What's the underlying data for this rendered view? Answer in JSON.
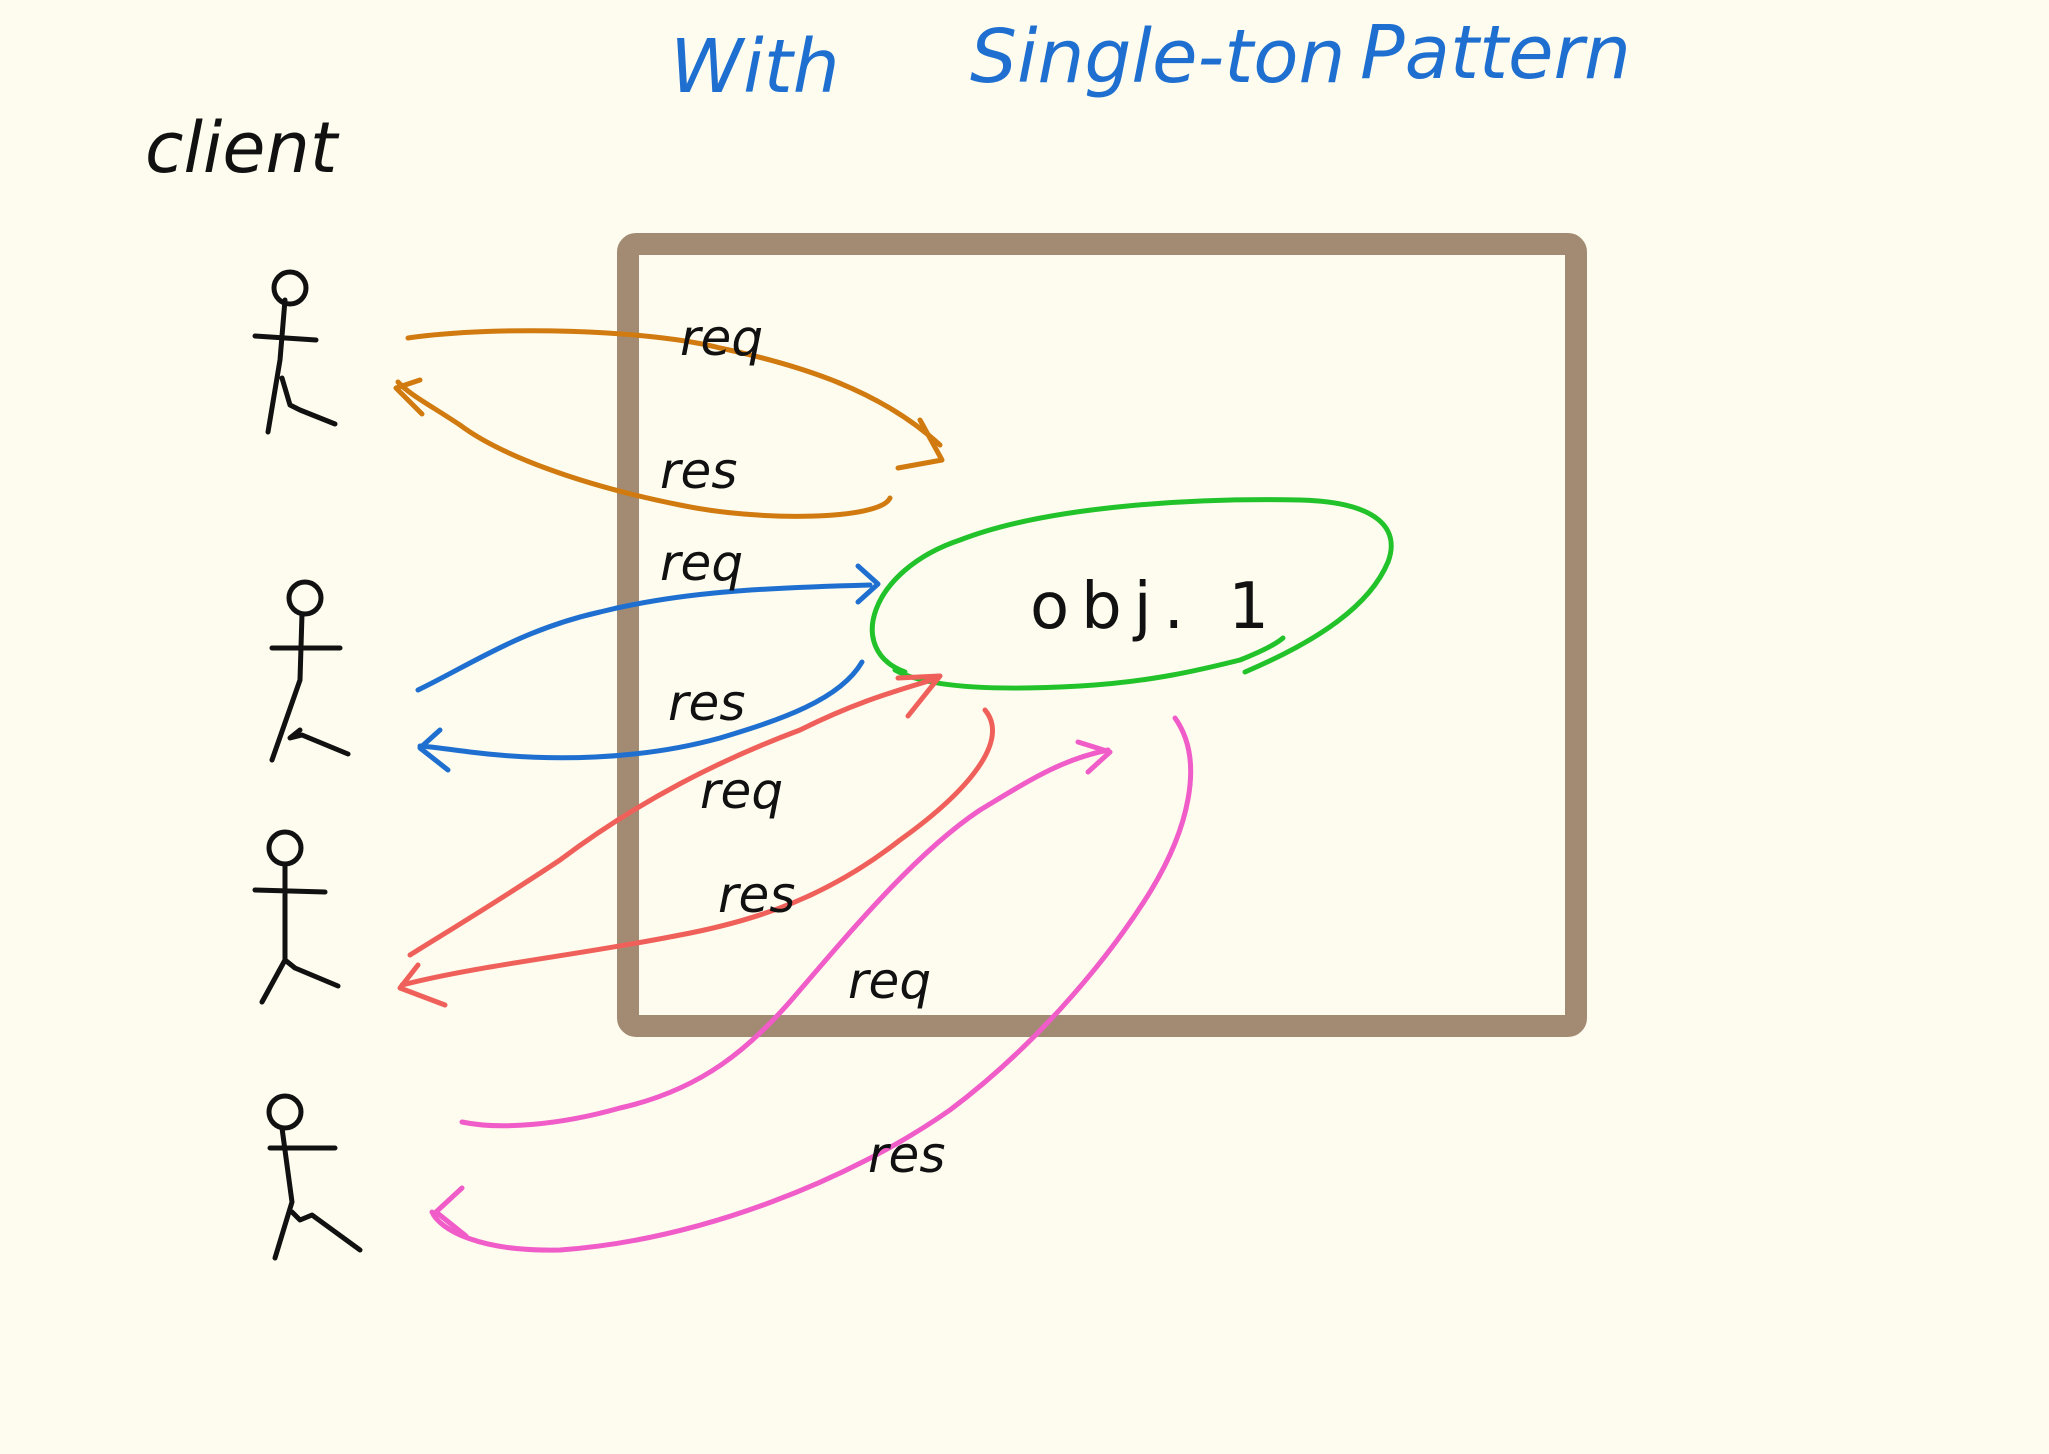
{
  "title": {
    "word_1": "With",
    "word_2": "Single-ton",
    "word_3": "Pattern"
  },
  "client_label": "client",
  "server_object_label": "obj. 1",
  "colors": {
    "background": "#fdfcee",
    "title": "#1f6fd1",
    "container_border": "#a38b73",
    "object_outline": "#22c22a",
    "client_1_flow": "#d07a10",
    "client_2_flow": "#1f6fd1",
    "client_3_flow": "#f0605a",
    "client_4_flow": "#f05cc8"
  },
  "flows": [
    {
      "client": 1,
      "request_label": "req",
      "response_label": "res"
    },
    {
      "client": 2,
      "request_label": "req",
      "response_label": "res"
    },
    {
      "client": 3,
      "request_label": "req",
      "response_label": "res"
    },
    {
      "client": 4,
      "request_label": "req",
      "response_label": "res"
    }
  ]
}
